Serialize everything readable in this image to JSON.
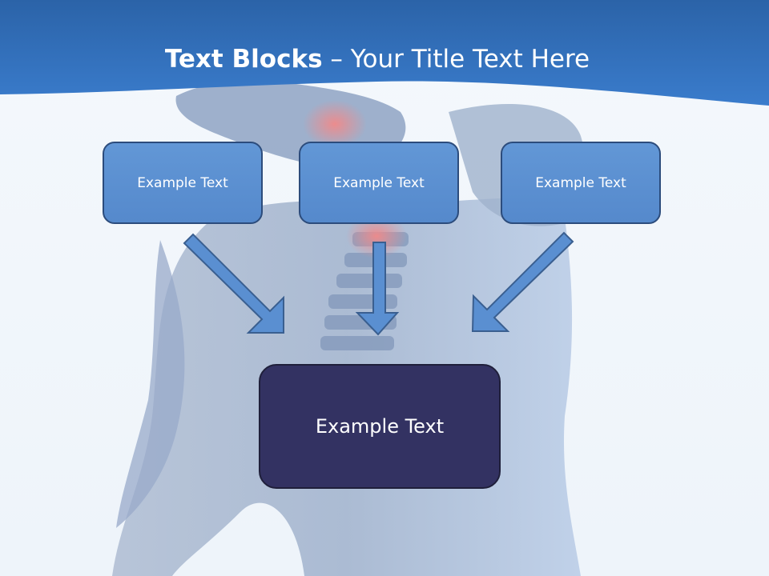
{
  "slide": {
    "title_bold": "Text Blocks",
    "title_dash": "–",
    "title_rest": "Your Title Text Here"
  },
  "boxes": [
    {
      "label": "Example Text"
    },
    {
      "label": "Example Text"
    },
    {
      "label": "Example Text"
    }
  ],
  "main_box": {
    "label": "Example Text"
  },
  "colors": {
    "header_blue": "#2f6fb8",
    "box_blue": "#5c91d2",
    "box_border": "#2c4c7c",
    "main_box": "#333262",
    "arrow_fill": "#5a8fd1",
    "arrow_stroke": "#3a5f90"
  }
}
